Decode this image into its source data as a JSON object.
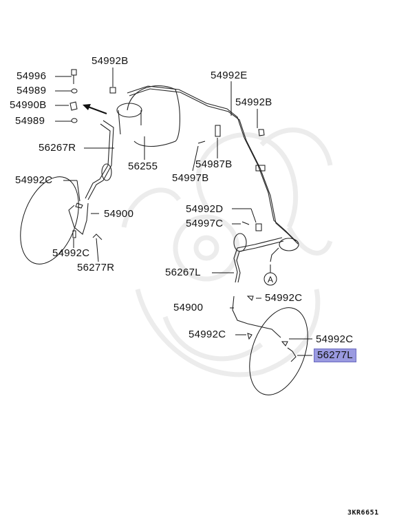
{
  "diagram": {
    "type": "parts-exploded-view",
    "subject": "brake line / hydraulic lines",
    "drawing_code": "3KR6651",
    "callout_marker": "A",
    "highlighted_part": "56277L",
    "highlight_color": "#9a9ae0",
    "labels": [
      {
        "id": "l1",
        "text": "54996"
      },
      {
        "id": "l2",
        "text": "54989"
      },
      {
        "id": "l3",
        "text": "54990B"
      },
      {
        "id": "l4",
        "text": "54989"
      },
      {
        "id": "l5",
        "text": "54992B"
      },
      {
        "id": "l6",
        "text": "56267R"
      },
      {
        "id": "l7",
        "text": "56255"
      },
      {
        "id": "l8",
        "text": "54992E"
      },
      {
        "id": "l9",
        "text": "54992B"
      },
      {
        "id": "l10",
        "text": "54987B"
      },
      {
        "id": "l11",
        "text": "54997B"
      },
      {
        "id": "l12",
        "text": "54992C"
      },
      {
        "id": "l13",
        "text": "54900"
      },
      {
        "id": "l14",
        "text": "54992C"
      },
      {
        "id": "l15",
        "text": "56277R"
      },
      {
        "id": "l16",
        "text": "54992D"
      },
      {
        "id": "l17",
        "text": "54997C"
      },
      {
        "id": "l18",
        "text": "56267L"
      },
      {
        "id": "l19",
        "text": "54992C"
      },
      {
        "id": "l20",
        "text": "54900"
      },
      {
        "id": "l21",
        "text": "54992C"
      },
      {
        "id": "l22",
        "text": "54992C"
      },
      {
        "id": "l23",
        "text": "56277L"
      }
    ]
  }
}
